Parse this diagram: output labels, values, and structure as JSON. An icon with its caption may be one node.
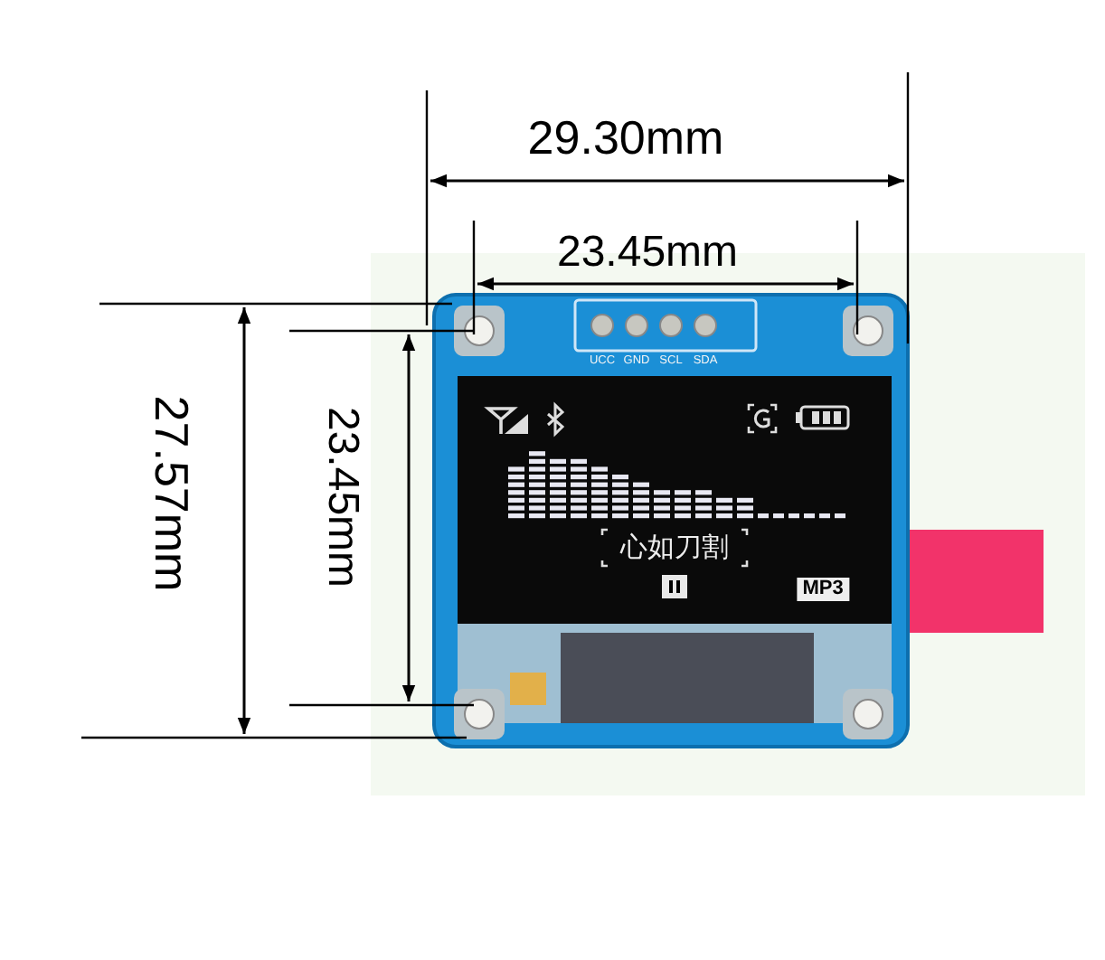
{
  "diagram": {
    "labels": [
      "29.30mm",
      "23.45mm",
      "27.57mm",
      "23.45mm",
      "UCC",
      "GND",
      "SCL",
      "SDA",
      "心如刀割",
      "MP3"
    ]
  }
}
